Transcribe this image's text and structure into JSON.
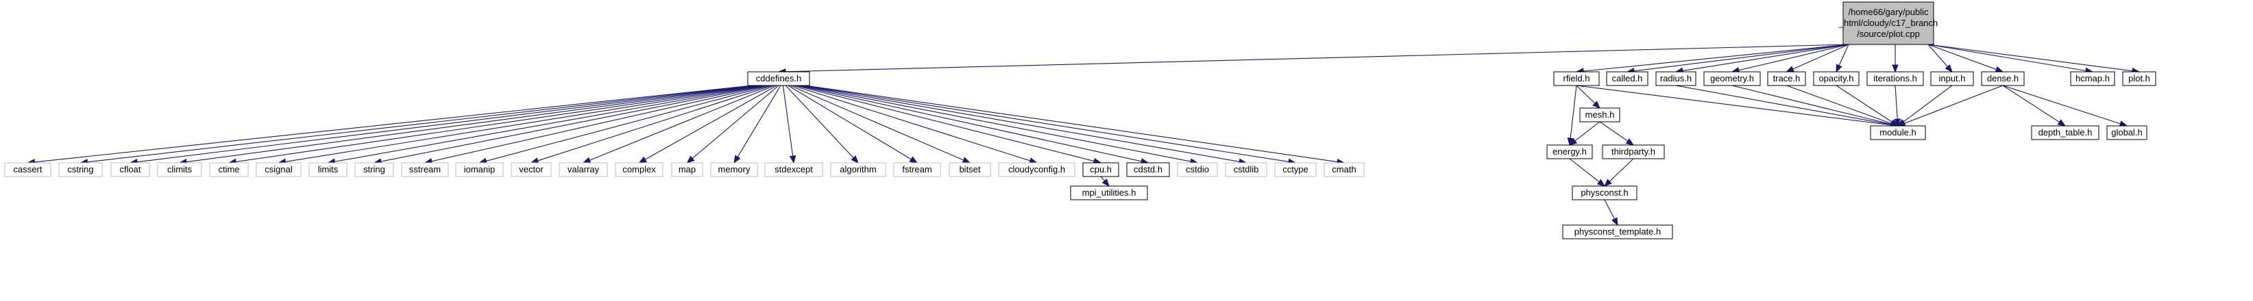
{
  "colors": {
    "edge": "#191970",
    "root_fill": "#bfbfbf",
    "node_fill": "#ffffff",
    "node_border": "#000000",
    "missing_border": "#bfbfbf"
  },
  "nodes": [
    {
      "id": "root",
      "lines": [
        "/home66/gary/public",
        "_html/cloudy/c17_branch",
        "/source/plot.cpp"
      ],
      "style": "root"
    },
    {
      "id": "cddefines",
      "lines": [
        "cddefines.h"
      ],
      "style": "file"
    },
    {
      "id": "rfield",
      "lines": [
        "rfield.h"
      ],
      "style": "file"
    },
    {
      "id": "called",
      "lines": [
        "called.h"
      ],
      "style": "file"
    },
    {
      "id": "radius",
      "lines": [
        "radius.h"
      ],
      "style": "file"
    },
    {
      "id": "geometry",
      "lines": [
        "geometry.h"
      ],
      "style": "file"
    },
    {
      "id": "trace",
      "lines": [
        "trace.h"
      ],
      "style": "file"
    },
    {
      "id": "opacity",
      "lines": [
        "opacity.h"
      ],
      "style": "file"
    },
    {
      "id": "iterations",
      "lines": [
        "iterations.h"
      ],
      "style": "file"
    },
    {
      "id": "input",
      "lines": [
        "input.h"
      ],
      "style": "file"
    },
    {
      "id": "dense",
      "lines": [
        "dense.h"
      ],
      "style": "file"
    },
    {
      "id": "hcmap",
      "lines": [
        "hcmap.h"
      ],
      "style": "file"
    },
    {
      "id": "plot",
      "lines": [
        "plot.h"
      ],
      "style": "file"
    },
    {
      "id": "cassert",
      "lines": [
        "cassert"
      ],
      "style": "missing"
    },
    {
      "id": "cstring",
      "lines": [
        "cstring"
      ],
      "style": "missing"
    },
    {
      "id": "cfloat",
      "lines": [
        "cfloat"
      ],
      "style": "missing"
    },
    {
      "id": "climits",
      "lines": [
        "climits"
      ],
      "style": "missing"
    },
    {
      "id": "ctime",
      "lines": [
        "ctime"
      ],
      "style": "missing"
    },
    {
      "id": "csignal",
      "lines": [
        "csignal"
      ],
      "style": "missing"
    },
    {
      "id": "limits",
      "lines": [
        "limits"
      ],
      "style": "missing"
    },
    {
      "id": "string",
      "lines": [
        "string"
      ],
      "style": "missing"
    },
    {
      "id": "sstream",
      "lines": [
        "sstream"
      ],
      "style": "missing"
    },
    {
      "id": "iomanip",
      "lines": [
        "iomanip"
      ],
      "style": "missing"
    },
    {
      "id": "vector",
      "lines": [
        "vector"
      ],
      "style": "missing"
    },
    {
      "id": "valarray",
      "lines": [
        "valarray"
      ],
      "style": "missing"
    },
    {
      "id": "complex",
      "lines": [
        "complex"
      ],
      "style": "missing"
    },
    {
      "id": "map",
      "lines": [
        "map"
      ],
      "style": "missing"
    },
    {
      "id": "memory",
      "lines": [
        "memory"
      ],
      "style": "missing"
    },
    {
      "id": "stdexcept",
      "lines": [
        "stdexcept"
      ],
      "style": "missing"
    },
    {
      "id": "algorithm",
      "lines": [
        "algorithm"
      ],
      "style": "missing"
    },
    {
      "id": "fstream",
      "lines": [
        "fstream"
      ],
      "style": "missing"
    },
    {
      "id": "bitset",
      "lines": [
        "bitset"
      ],
      "style": "missing"
    },
    {
      "id": "cloudyconfig",
      "lines": [
        "cloudyconfig.h"
      ],
      "style": "missing"
    },
    {
      "id": "cpu",
      "lines": [
        "cpu.h"
      ],
      "style": "file"
    },
    {
      "id": "cdstd",
      "lines": [
        "cdstd.h"
      ],
      "style": "file"
    },
    {
      "id": "cstdio",
      "lines": [
        "cstdio"
      ],
      "style": "missing"
    },
    {
      "id": "cstdlib",
      "lines": [
        "cstdlib"
      ],
      "style": "missing"
    },
    {
      "id": "cctype",
      "lines": [
        "cctype"
      ],
      "style": "missing"
    },
    {
      "id": "cmath",
      "lines": [
        "cmath"
      ],
      "style": "missing"
    },
    {
      "id": "mpi_utilities",
      "lines": [
        "mpi_utilities.h"
      ],
      "style": "file"
    },
    {
      "id": "mesh",
      "lines": [
        "mesh.h"
      ],
      "style": "file"
    },
    {
      "id": "module",
      "lines": [
        "module.h"
      ],
      "style": "file"
    },
    {
      "id": "depth_table",
      "lines": [
        "depth_table.h"
      ],
      "style": "file"
    },
    {
      "id": "global",
      "lines": [
        "global.h"
      ],
      "style": "file"
    },
    {
      "id": "energy",
      "lines": [
        "energy.h"
      ],
      "style": "file"
    },
    {
      "id": "thirdparty",
      "lines": [
        "thirdparty.h"
      ],
      "style": "file"
    },
    {
      "id": "physconst",
      "lines": [
        "physconst.h"
      ],
      "style": "file"
    },
    {
      "id": "physconst_template",
      "lines": [
        "physconst_template.h"
      ],
      "style": "file"
    }
  ],
  "edges": [
    [
      "root",
      "cddefines"
    ],
    [
      "root",
      "rfield"
    ],
    [
      "root",
      "called"
    ],
    [
      "root",
      "radius"
    ],
    [
      "root",
      "geometry"
    ],
    [
      "root",
      "trace"
    ],
    [
      "root",
      "opacity"
    ],
    [
      "root",
      "iterations"
    ],
    [
      "root",
      "input"
    ],
    [
      "root",
      "dense"
    ],
    [
      "root",
      "hcmap"
    ],
    [
      "root",
      "plot"
    ],
    [
      "cddefines",
      "cassert"
    ],
    [
      "cddefines",
      "cstring"
    ],
    [
      "cddefines",
      "cfloat"
    ],
    [
      "cddefines",
      "climits"
    ],
    [
      "cddefines",
      "ctime"
    ],
    [
      "cddefines",
      "csignal"
    ],
    [
      "cddefines",
      "limits"
    ],
    [
      "cddefines",
      "string"
    ],
    [
      "cddefines",
      "sstream"
    ],
    [
      "cddefines",
      "iomanip"
    ],
    [
      "cddefines",
      "vector"
    ],
    [
      "cddefines",
      "valarray"
    ],
    [
      "cddefines",
      "complex"
    ],
    [
      "cddefines",
      "map"
    ],
    [
      "cddefines",
      "memory"
    ],
    [
      "cddefines",
      "stdexcept"
    ],
    [
      "cddefines",
      "algorithm"
    ],
    [
      "cddefines",
      "fstream"
    ],
    [
      "cddefines",
      "bitset"
    ],
    [
      "cddefines",
      "cloudyconfig"
    ],
    [
      "cddefines",
      "cpu"
    ],
    [
      "cddefines",
      "cdstd"
    ],
    [
      "cddefines",
      "cstdio"
    ],
    [
      "cddefines",
      "cstdlib"
    ],
    [
      "cddefines",
      "cctype"
    ],
    [
      "cddefines",
      "cmath"
    ],
    [
      "cpu",
      "mpi_utilities"
    ],
    [
      "rfield",
      "mesh"
    ],
    [
      "rfield",
      "energy"
    ],
    [
      "rfield",
      "module"
    ],
    [
      "radius",
      "module"
    ],
    [
      "geometry",
      "module"
    ],
    [
      "trace",
      "module"
    ],
    [
      "opacity",
      "module"
    ],
    [
      "iterations",
      "module"
    ],
    [
      "input",
      "module"
    ],
    [
      "dense",
      "module"
    ],
    [
      "dense",
      "depth_table"
    ],
    [
      "dense",
      "global"
    ],
    [
      "mesh",
      "energy"
    ],
    [
      "mesh",
      "thirdparty"
    ],
    [
      "energy",
      "physconst"
    ],
    [
      "thirdparty",
      "physconst"
    ],
    [
      "physconst",
      "physconst_template"
    ]
  ]
}
